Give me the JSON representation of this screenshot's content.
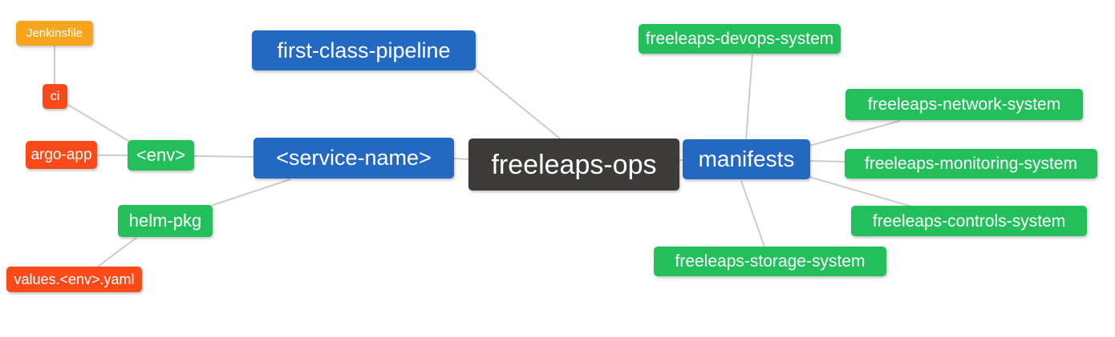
{
  "canvas": {
    "background": "#ffffff",
    "edge_color": "#cccccc"
  },
  "palette": {
    "blue": "#2368c3",
    "green": "#22bf5b",
    "dark": "#3d3a3a",
    "red": "#fa4a1a",
    "orange": "#f8a51d"
  },
  "nodes": {
    "root": {
      "label": "freeleaps-ops",
      "color_role": "dark"
    },
    "first_class_pipeline": {
      "label": "first-class-pipeline",
      "color_role": "blue"
    },
    "service_name": {
      "label": "<service-name>",
      "color_role": "blue"
    },
    "env": {
      "label": "<env>",
      "color_role": "green"
    },
    "ci": {
      "label": "ci",
      "color_role": "red"
    },
    "jenkinsfile": {
      "label": "Jenkinsfile",
      "color_role": "orange"
    },
    "argo_app": {
      "label": "argo-app",
      "color_role": "red"
    },
    "helm_pkg": {
      "label": "helm-pkg",
      "color_role": "green"
    },
    "values_env_yaml": {
      "label": "values.<env>.yaml",
      "color_role": "red"
    },
    "manifests": {
      "label": "manifests",
      "color_role": "blue"
    },
    "devops_system": {
      "label": "freeleaps-devops-system",
      "color_role": "green"
    },
    "network_system": {
      "label": "freeleaps-network-system",
      "color_role": "green"
    },
    "monitoring_system": {
      "label": "freeleaps-monitoring-system",
      "color_role": "green"
    },
    "controls_system": {
      "label": "freeleaps-controls-system",
      "color_role": "green"
    },
    "storage_system": {
      "label": "freeleaps-storage-system",
      "color_role": "green"
    }
  },
  "edges": [
    {
      "from": "jenkinsfile",
      "to": "ci"
    },
    {
      "from": "ci",
      "to": "env"
    },
    {
      "from": "argo_app",
      "to": "env"
    },
    {
      "from": "env",
      "to": "service_name"
    },
    {
      "from": "service_name",
      "to": "root"
    },
    {
      "from": "first_class_pipeline",
      "to": "root"
    },
    {
      "from": "service_name",
      "to": "helm_pkg"
    },
    {
      "from": "helm_pkg",
      "to": "values_env_yaml"
    },
    {
      "from": "root",
      "to": "manifests"
    },
    {
      "from": "manifests",
      "to": "devops_system"
    },
    {
      "from": "manifests",
      "to": "network_system"
    },
    {
      "from": "manifests",
      "to": "monitoring_system"
    },
    {
      "from": "manifests",
      "to": "controls_system"
    },
    {
      "from": "manifests",
      "to": "storage_system"
    }
  ]
}
